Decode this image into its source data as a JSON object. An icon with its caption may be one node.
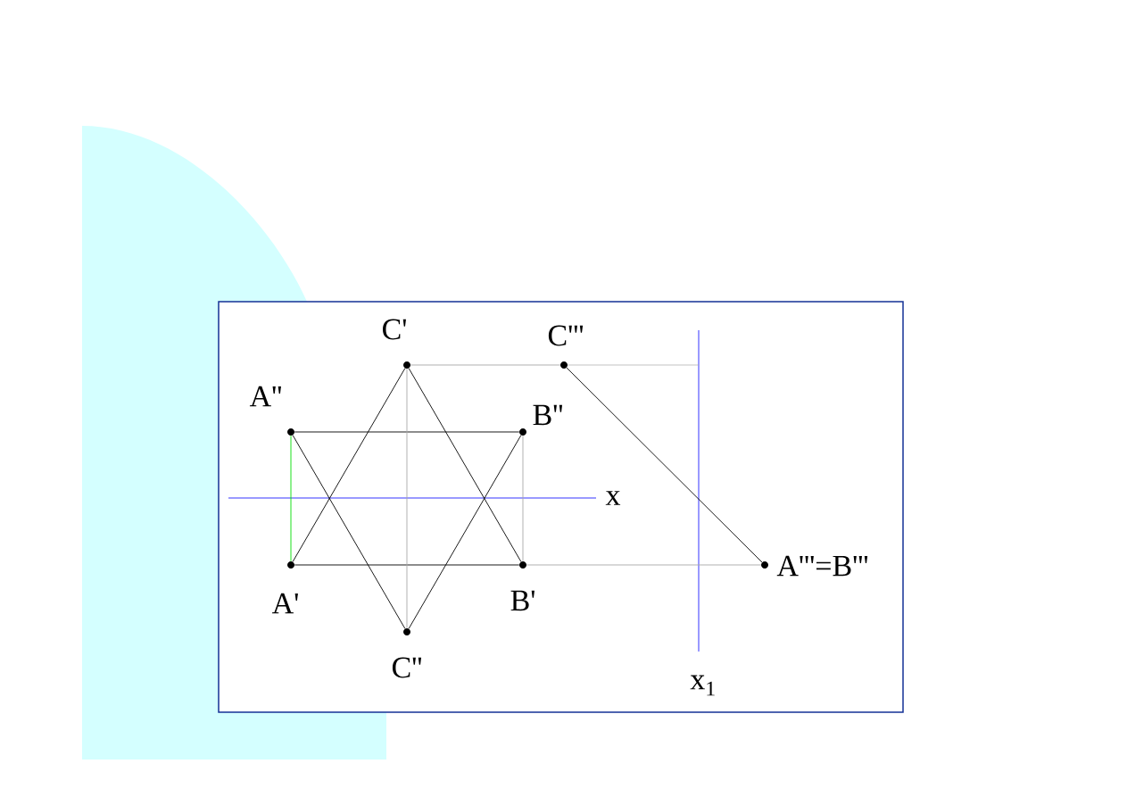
{
  "diagram": {
    "nodes": [
      {
        "text": [
          "C'"
        ]
      },
      {
        "text": [
          "C'''"
        ]
      },
      {
        "text": [
          "A''"
        ]
      },
      {
        "text": [
          "B''"
        ]
      },
      {
        "text": [
          "A'"
        ]
      },
      {
        "text": [
          "B'"
        ]
      },
      {
        "text": [
          "A'''=B'''"
        ]
      },
      {
        "text": [
          "C''"
        ]
      }
    ],
    "edges": [
      {
        "from": 2,
        "to": 3,
        "arrow": "none"
      },
      {
        "from": 4,
        "to": 5,
        "arrow": "none"
      },
      {
        "from": 2,
        "to": 4,
        "arrow": "none",
        "color": "#00dd00"
      },
      {
        "from": 2,
        "to": 7,
        "arrow": "none"
      },
      {
        "from": 3,
        "to": 7,
        "arrow": "none"
      },
      {
        "from": 4,
        "to": 0,
        "arrow": "none"
      },
      {
        "from": 5,
        "to": 0,
        "arrow": "none"
      },
      {
        "from": 1,
        "to": 6,
        "arrow": "none"
      },
      {
        "from": 0,
        "to": 1,
        "arrow": "none",
        "color": "#a8a8a8"
      },
      {
        "from": 0,
        "to": 7,
        "arrow": "none",
        "color": "#a8a8a8"
      },
      {
        "from": 3,
        "to": 5,
        "arrow": "none",
        "color": "#a8a8a8"
      },
      {
        "from": 5,
        "to": 6,
        "arrow": "none",
        "color": "#a8a8a8"
      }
    ],
    "labels": [
      "x",
      "x$_{1}$"
    ]
  }
}
